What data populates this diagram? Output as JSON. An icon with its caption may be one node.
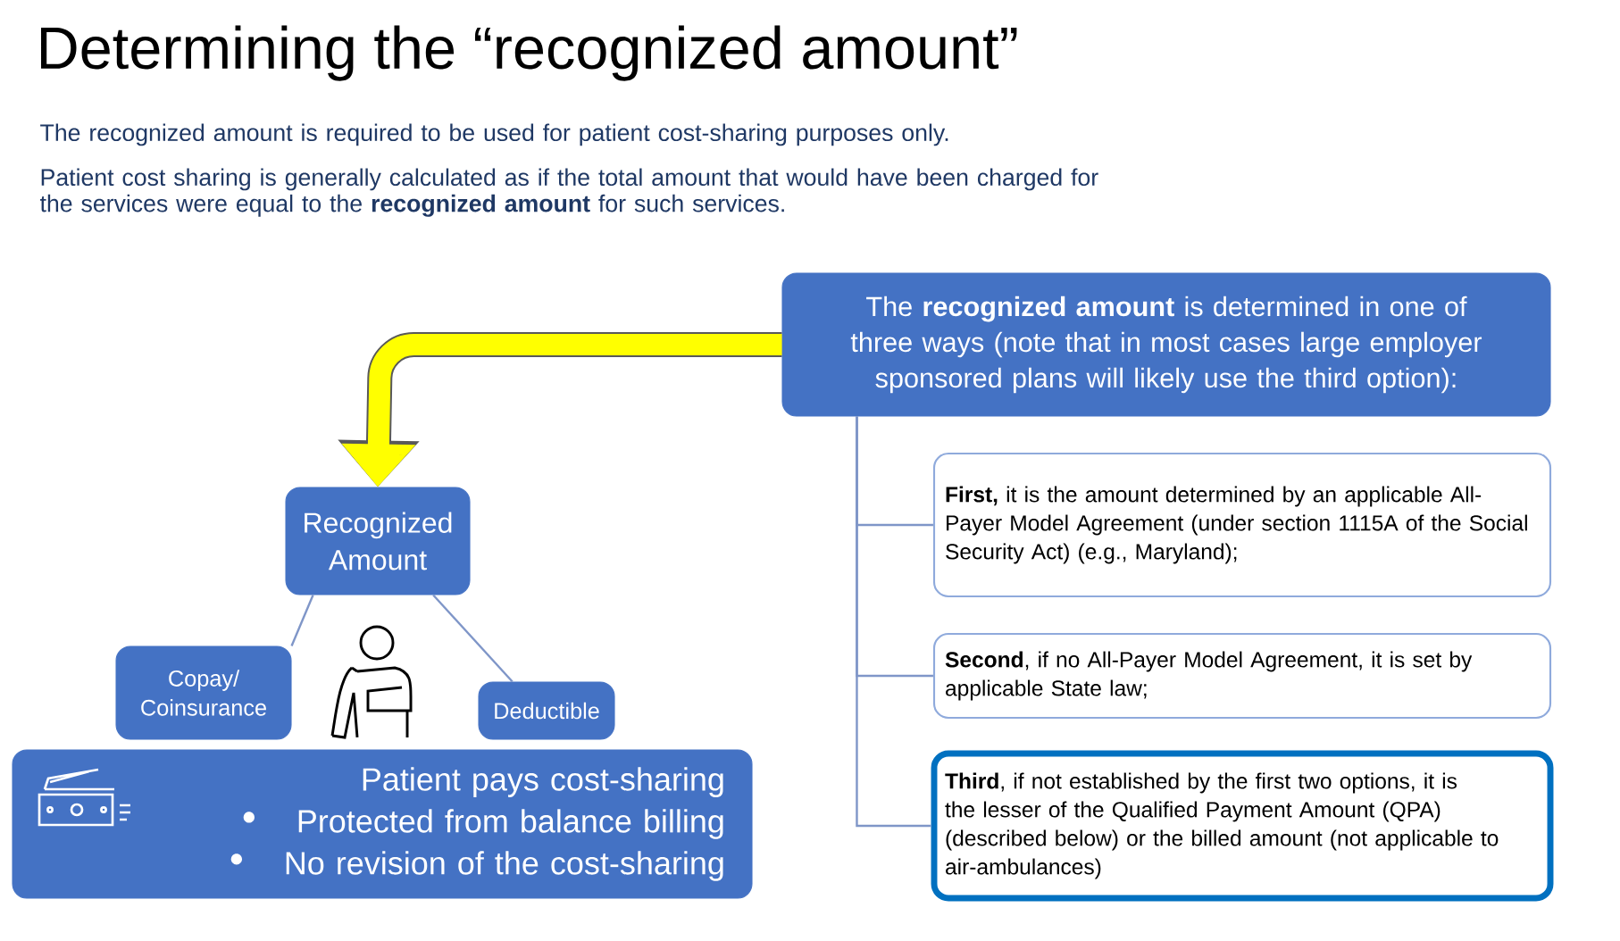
{
  "diagram": {
    "title": "Determining the “recognized amount”",
    "nodes": [
      {
        "text": [
          "The **recognized amount** is determined in one of three ways (note that in most cases large employer sponsored plans will likely use the third option):"
        ]
      },
      {
        "text": [
          "**First,** it is the amount determined by an applicable All-Payer Model Agreement (under section 1115A of the Social Security Act) (e.g., Maryland);"
        ]
      },
      {
        "text": [
          "**Second**, if no All-Payer Model Agreement, it is set by applicable State law;"
        ]
      },
      {
        "text": [
          "**Third**, if not established by the first two options, it is the lesser of the Qualified Payment Amount (QPA) (described below) or the billed amount (not applicable to air-ambulances)"
        ]
      },
      {
        "text": [
          "Recognized Amount"
        ]
      },
      {
        "text": [
          "Copay/ Coinsurance"
        ]
      },
      {
        "text": [
          "Deductible"
        ]
      },
      {
        "text": [
          "Patient pays cost-sharing",
          "Protected from balance billing",
          "No revision of the cost-sharing"
        ]
      }
    ],
    "edges": [
      {
        "from": 0,
        "to": 1,
        "arrow": "none"
      },
      {
        "from": 0,
        "to": 2,
        "arrow": "none"
      },
      {
        "from": 0,
        "to": 3,
        "arrow": "none"
      },
      {
        "from": 0,
        "to": 4,
        "arrow": "to",
        "style": "thick",
        "color": "#ffff00"
      },
      {
        "from": 4,
        "to": 5,
        "arrow": "none"
      },
      {
        "from": 4,
        "to": 6,
        "arrow": "none"
      }
    ],
    "labels": [
      "The recognized amount is required to be used for patient cost-sharing purposes only.",
      "Patient cost sharing is generally calculated as if the total amount that would have been charged for the services were equal to the **recognized amount** for such services."
    ]
  }
}
